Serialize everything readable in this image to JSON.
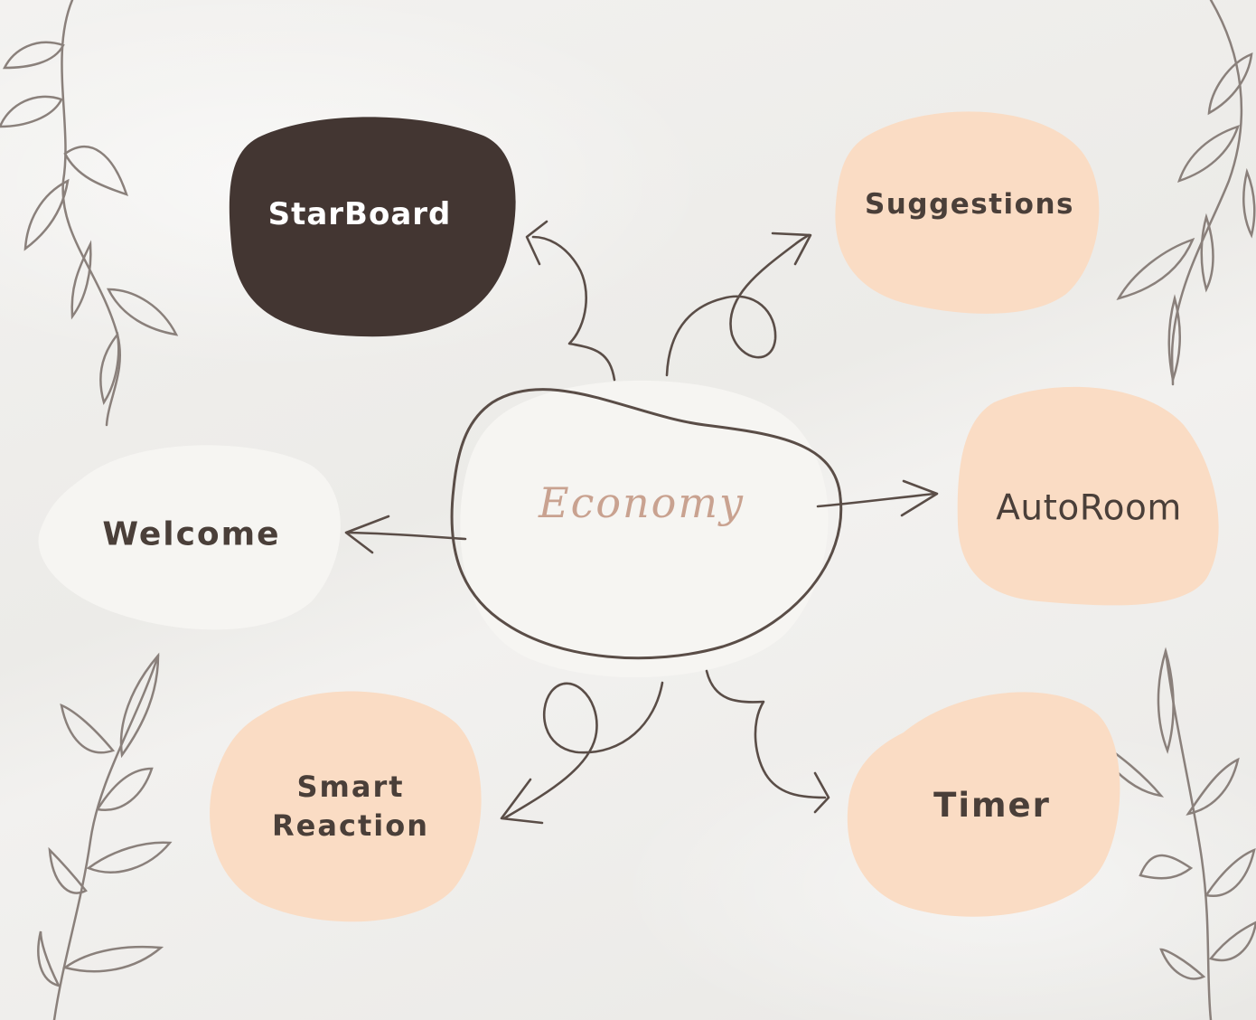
{
  "diagram": {
    "center": {
      "label": "Economy"
    },
    "nodes": [
      {
        "key": "starboard",
        "label": "StarBoard",
        "fill": "#433632"
      },
      {
        "key": "suggestions",
        "label": "Suggestions",
        "fill": "#fadcc4"
      },
      {
        "key": "welcome",
        "label": "Welcome",
        "fill": "#f6f5f2"
      },
      {
        "key": "autoroom",
        "label": "AutoRoom",
        "fill": "#fadcc4"
      },
      {
        "key": "smart",
        "label": "Smart\nReaction",
        "fill": "#fadcc4"
      },
      {
        "key": "timer",
        "label": "Timer",
        "fill": "#fadcc4"
      }
    ],
    "connections": [
      {
        "from": "Economy",
        "to": "StarBoard"
      },
      {
        "from": "Economy",
        "to": "Suggestions"
      },
      {
        "from": "Economy",
        "to": "Welcome"
      },
      {
        "from": "Economy",
        "to": "AutoRoom"
      },
      {
        "from": "Economy",
        "to": "Smart Reaction"
      },
      {
        "from": "Economy",
        "to": "Timer"
      }
    ]
  },
  "colors": {
    "stroke": "#5a4d47",
    "leaf": "#8a807b",
    "center_fill": "#f6f5f2",
    "center_text": "#c9a290"
  }
}
